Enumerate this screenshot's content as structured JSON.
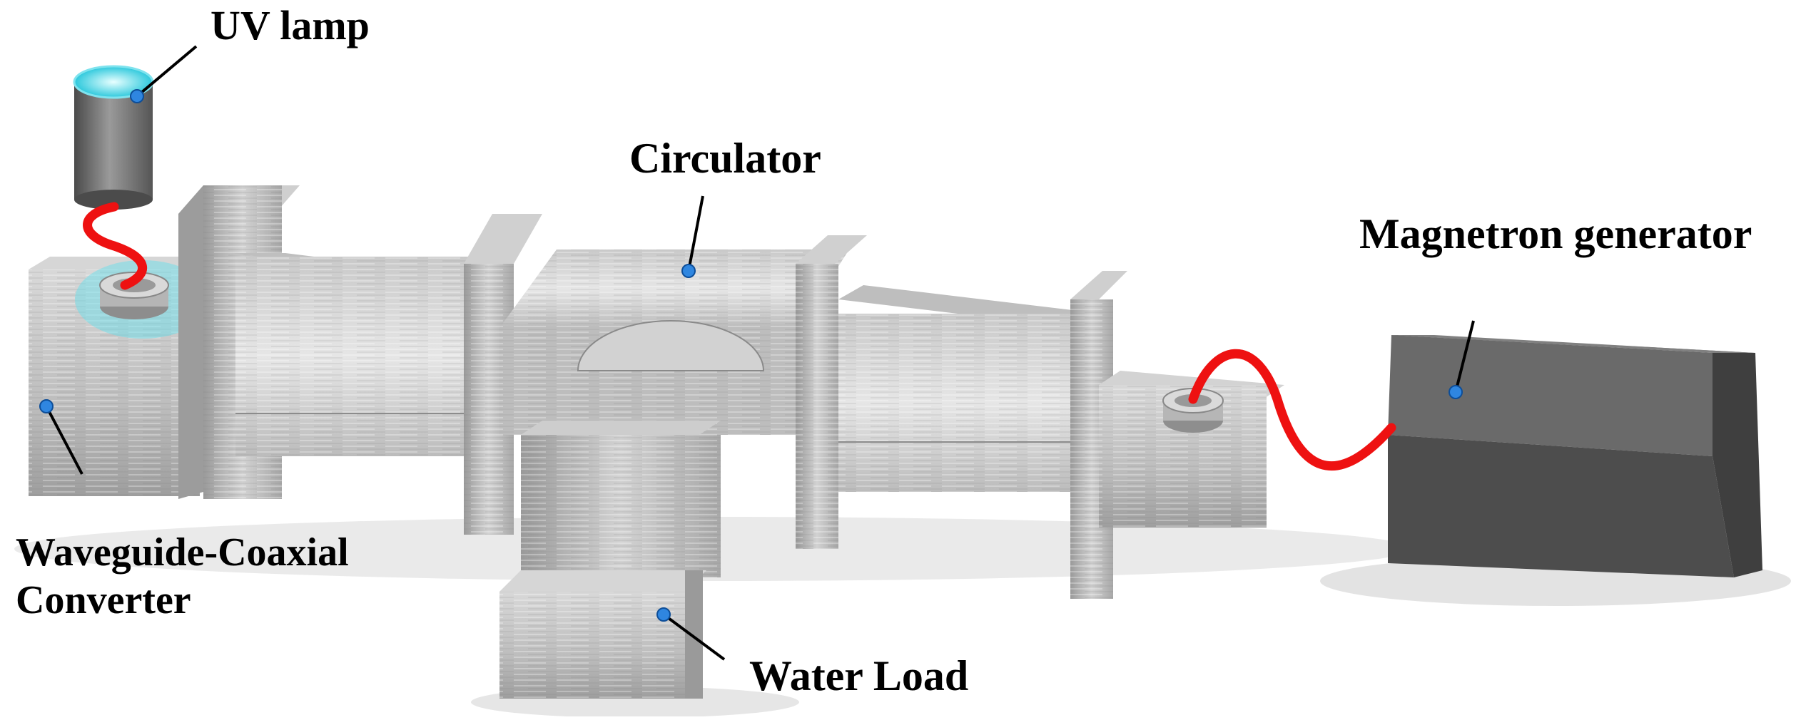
{
  "labels": {
    "uv_lamp": "UV lamp",
    "circulator": "Circulator",
    "magnetron": "Magnetron generator",
    "converter_line1": "Waveguide-Coaxial",
    "converter_line2": "Converter",
    "water_load": "Water Load"
  },
  "colors": {
    "metal_light": "#e4e4e4",
    "metal_mid": "#c4c4c4",
    "metal_dark": "#8f8f8f",
    "generator_top": "#7a7a7a",
    "generator_front": "#5e5e5e",
    "generator_side": "#4a4a4a",
    "lamp_glow": "#37d6e6",
    "cable": "#ee1111",
    "marker": "#2f86e0",
    "leader": "#000000"
  }
}
